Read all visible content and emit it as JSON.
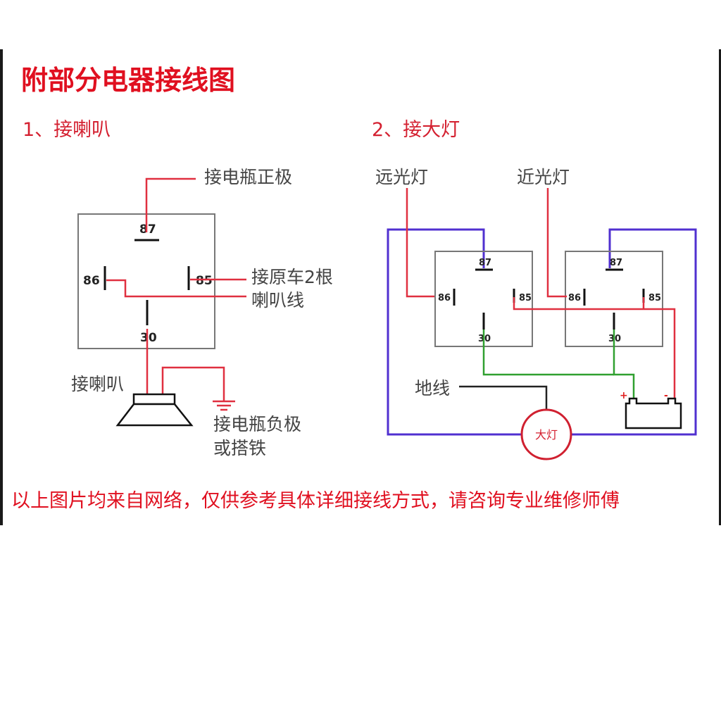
{
  "title": "附部分电器接线图",
  "footer_note": "以上图片均来自网络，仅供参考具体详细接线方式，请咨询专业维修师傅",
  "colors": {
    "title_red": "#e01020",
    "wire_red": "#e03040",
    "wire_blue": "#5030d0",
    "wire_green": "#30a030",
    "wire_black": "#222222",
    "relay_border": "#777777"
  },
  "horn_diagram": {
    "heading": "1、接喇叭",
    "relay_pins": {
      "p87": "87",
      "p86": "86",
      "p85": "85",
      "p30": "30"
    },
    "labels": {
      "battery_positive": "接电瓶正极",
      "original_wire_line1": "接原车2根",
      "original_wire_line2": "喇叭线",
      "horn": "接喇叭",
      "ground_line1": "接电瓶负极",
      "ground_line2": "或搭铁"
    }
  },
  "headlight_diagram": {
    "heading": "2、接大灯",
    "high_beam_label": "远光灯",
    "low_beam_label": "近光灯",
    "relay_left_pins": {
      "p87": "87",
      "p86": "86",
      "p85": "85",
      "p30": "30"
    },
    "relay_right_pins": {
      "p87": "87",
      "p86": "86",
      "p85": "85",
      "p30": "30"
    },
    "ground_label": "地线",
    "lamp_label": "大灯",
    "battery_plus": "+",
    "battery_minus": "-"
  }
}
